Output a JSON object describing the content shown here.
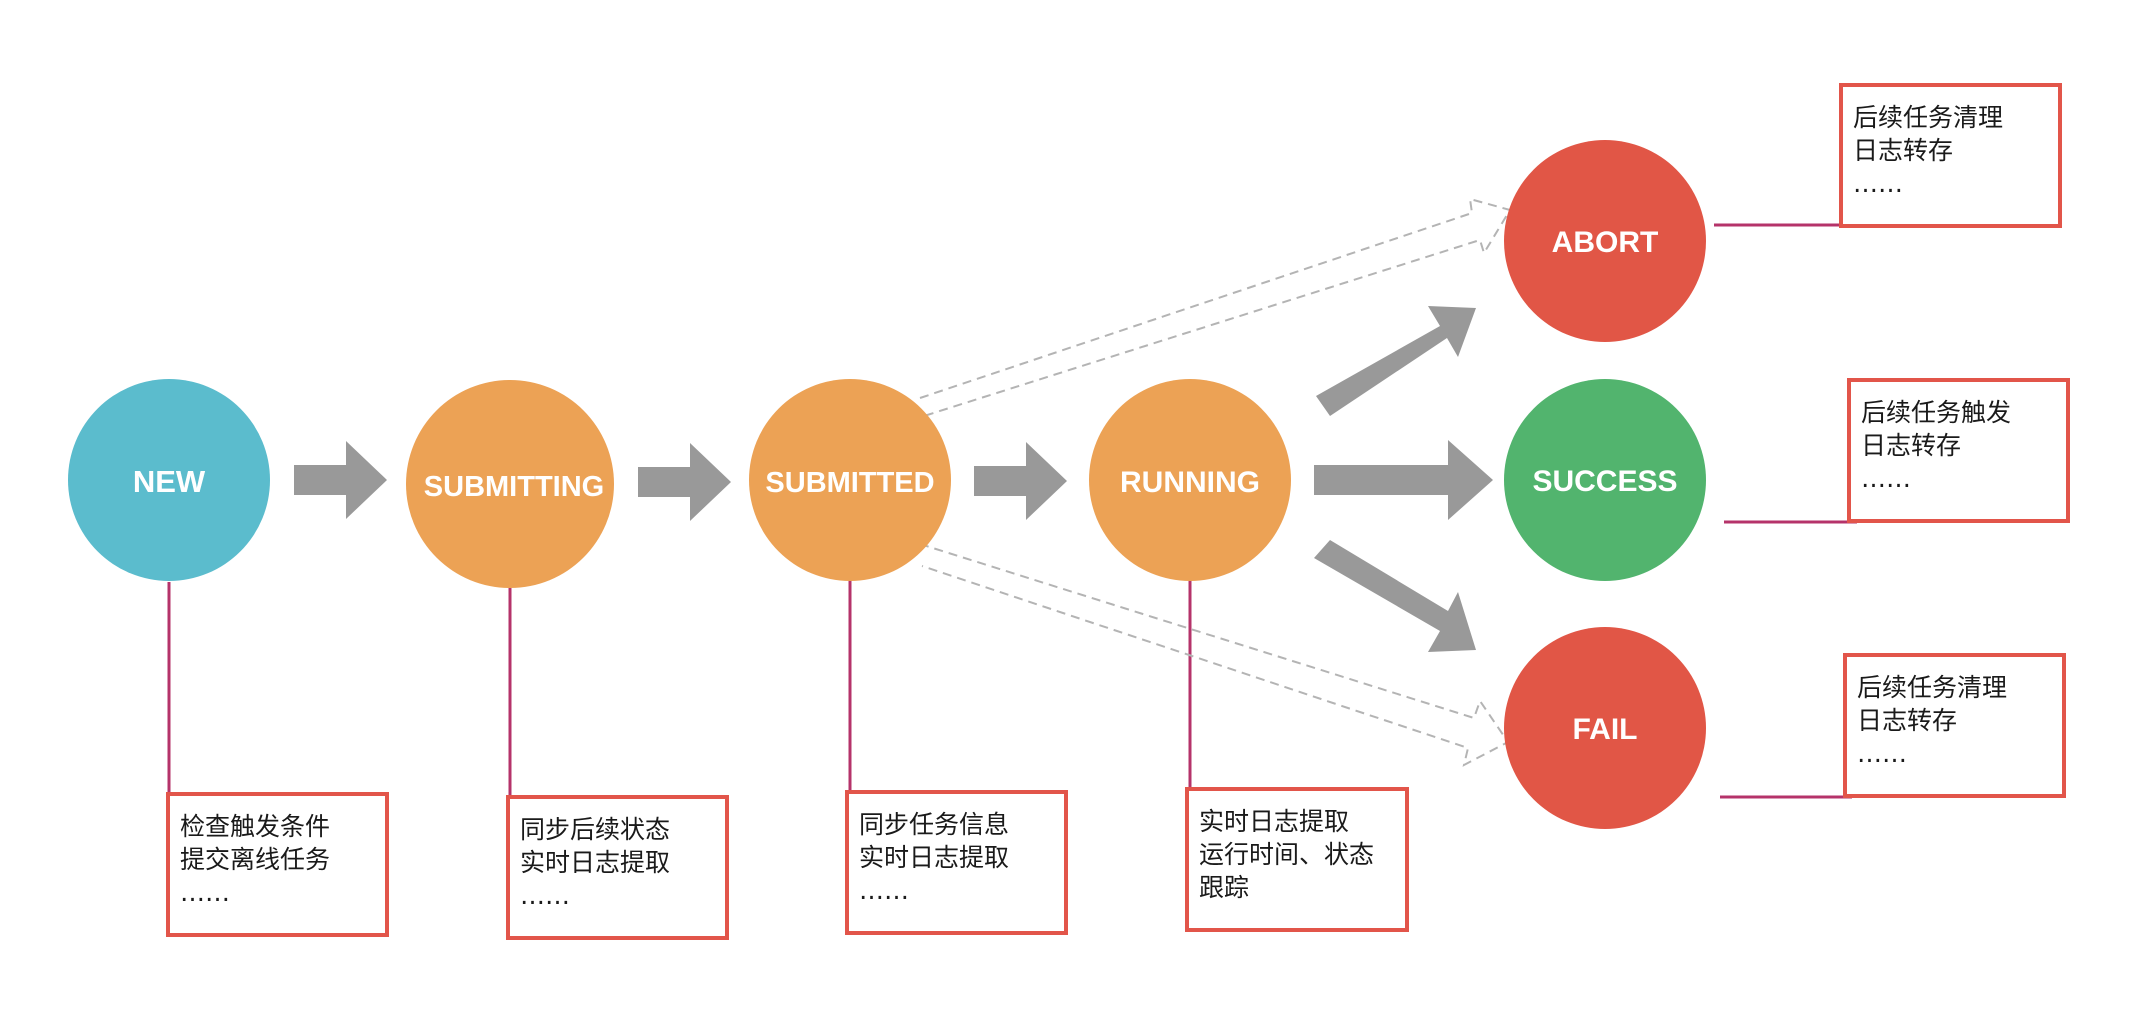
{
  "states": {
    "new": {
      "label": "NEW",
      "color": "#5bbccd"
    },
    "submitting": {
      "label": "SUBMITTING",
      "color": "#eca255"
    },
    "submitted": {
      "label": "SUBMITTED",
      "color": "#eca255"
    },
    "running": {
      "label": "RUNNING",
      "color": "#eca255"
    },
    "abort": {
      "label": "ABORT",
      "color": "#e15646"
    },
    "success": {
      "label": "SUCCESS",
      "color": "#52b46e"
    },
    "fail": {
      "label": "FAIL",
      "color": "#e15646"
    }
  },
  "notes": {
    "new": [
      "检查触发条件",
      "提交离线任务",
      "……"
    ],
    "submitting": [
      "同步后续状态",
      "实时日志提取",
      "……"
    ],
    "submitted": [
      "同步任务信息",
      "实时日志提取",
      "……"
    ],
    "running": [
      "实时日志提取",
      "运行时间、状态",
      "跟踪"
    ],
    "abort": [
      "后续任务清理",
      "日志转存",
      "……"
    ],
    "success": [
      "后续任务触发",
      "日志转存",
      "……"
    ],
    "fail": [
      "后续任务清理",
      "日志转存",
      "……"
    ]
  },
  "colors": {
    "arrow": "#999999",
    "dashed_arrow": "#b4b4b4",
    "connector": "#b5336a",
    "note_border": "#e2554a"
  }
}
